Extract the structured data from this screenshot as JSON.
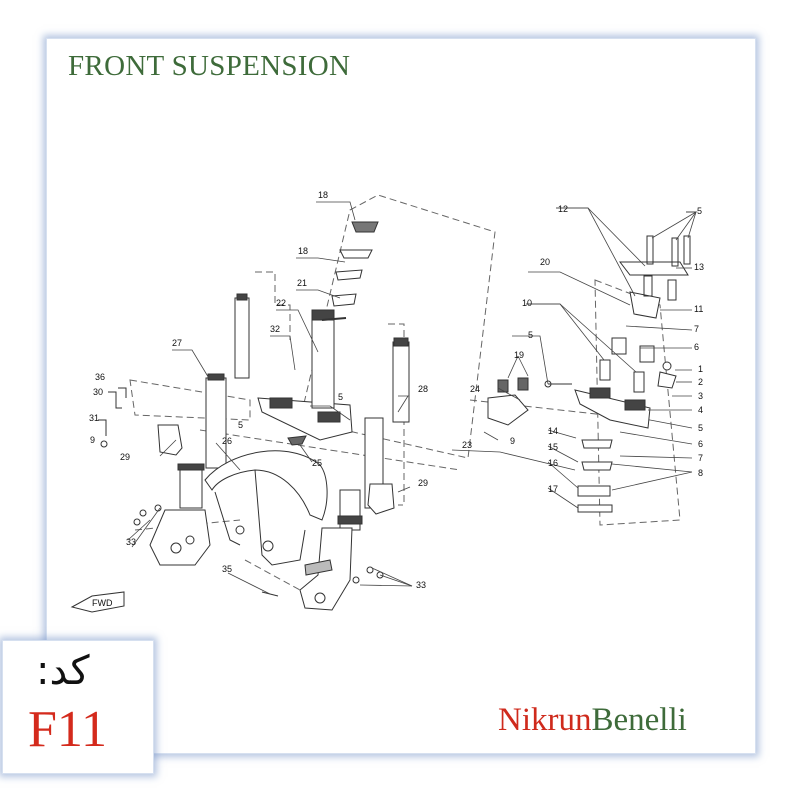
{
  "title": "FRONT SUSPENSION",
  "code": {
    "label": "کد:",
    "value": "F11"
  },
  "brand": {
    "part1": "Nikrun",
    "part2": "Benelli",
    "colors": {
      "part1": "#cf2a1c",
      "part2": "#3e6b3a"
    }
  },
  "direction_arrow_text": "FWD",
  "callouts": [
    "1",
    "2",
    "3",
    "4",
    "5",
    "5",
    "5",
    "5",
    "5",
    "6",
    "6",
    "7",
    "7",
    "8",
    "9",
    "9",
    "10",
    "11",
    "12",
    "13",
    "14",
    "15",
    "16",
    "17",
    "18",
    "18",
    "19",
    "20",
    "21",
    "22",
    "23",
    "24",
    "25",
    "26",
    "27",
    "28",
    "29",
    "29",
    "30",
    "31",
    "32",
    "33",
    "33",
    "35",
    "36"
  ]
}
